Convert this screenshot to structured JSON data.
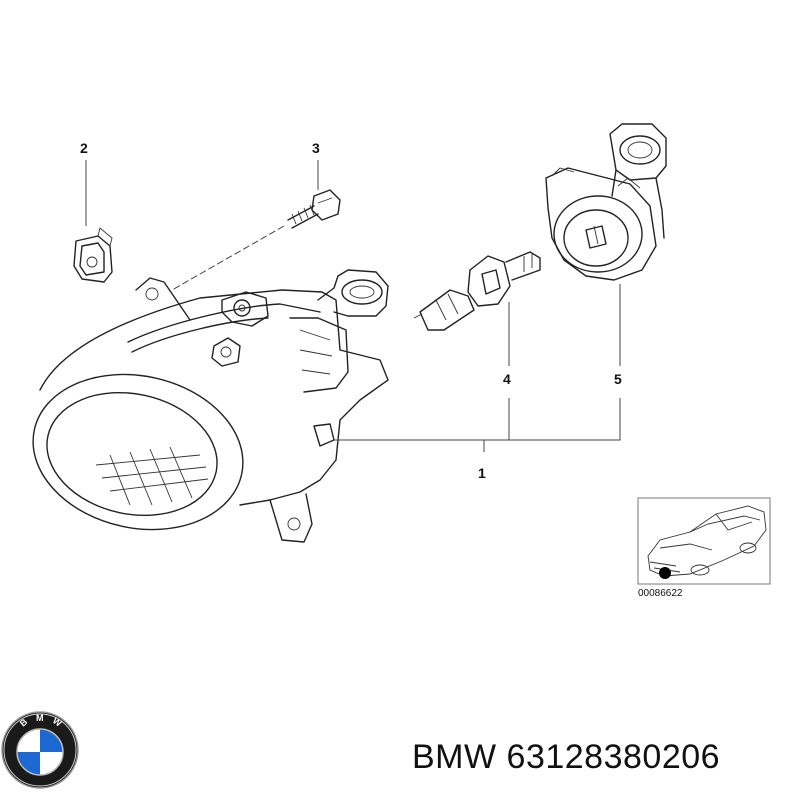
{
  "diagram": {
    "callouts": {
      "part1": "1",
      "part2": "2",
      "part3": "3",
      "part4": "4",
      "part5": "5"
    },
    "inset": {
      "reference": "00086622"
    }
  },
  "caption": {
    "brand": "BMW",
    "part_number": "63128380206"
  },
  "logo": {
    "letters": "BMW",
    "colors": {
      "blue": "#1c69d4",
      "white": "#ffffff",
      "ring": "#1a1a1a"
    }
  }
}
